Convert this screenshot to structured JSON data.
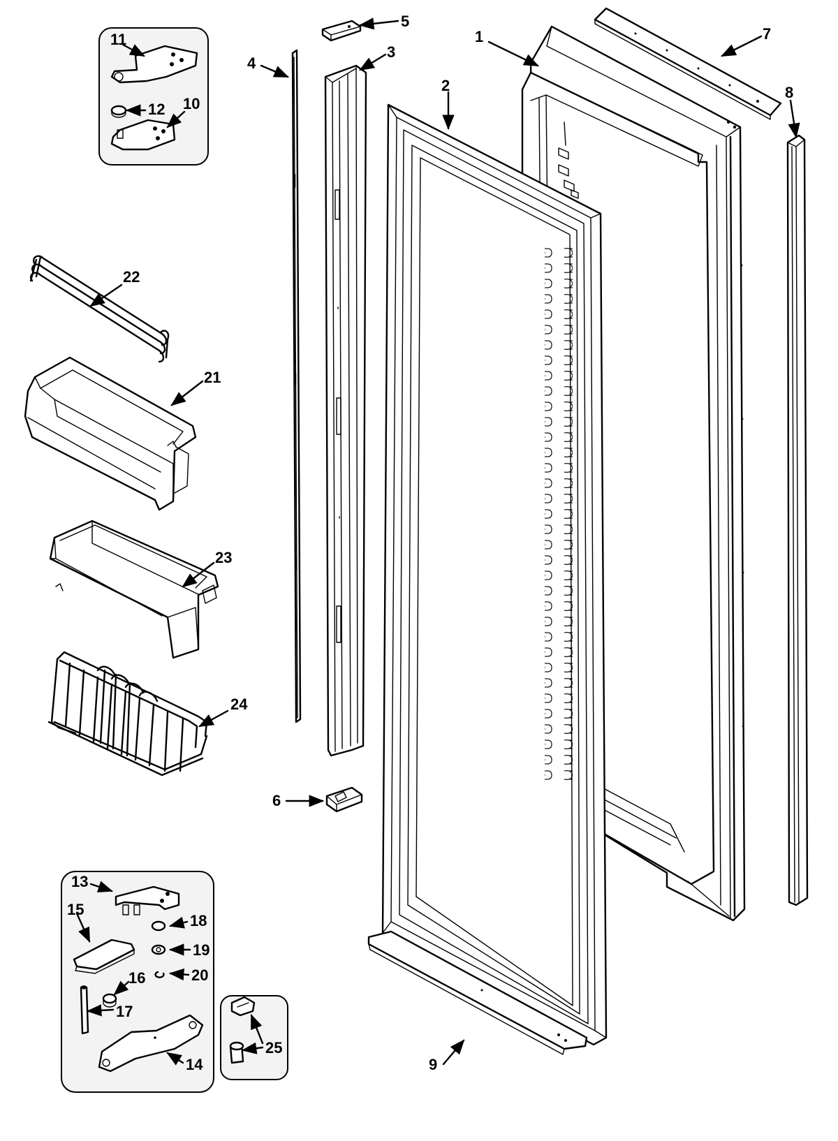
{
  "parts": [
    {
      "id": "p1",
      "label": "1"
    },
    {
      "id": "p2",
      "label": "2"
    },
    {
      "id": "p3",
      "label": "3"
    },
    {
      "id": "p4",
      "label": "4"
    },
    {
      "id": "p5",
      "label": "5"
    },
    {
      "id": "p6",
      "label": "6"
    },
    {
      "id": "p7",
      "label": "7"
    },
    {
      "id": "p8",
      "label": "8"
    },
    {
      "id": "p9",
      "label": "9"
    },
    {
      "id": "p10",
      "label": "10"
    },
    {
      "id": "p11",
      "label": "11"
    },
    {
      "id": "p12",
      "label": "12"
    },
    {
      "id": "p13",
      "label": "13"
    },
    {
      "id": "p14",
      "label": "14"
    },
    {
      "id": "p15",
      "label": "15"
    },
    {
      "id": "p16",
      "label": "16"
    },
    {
      "id": "p17",
      "label": "17"
    },
    {
      "id": "p18",
      "label": "18"
    },
    {
      "id": "p19",
      "label": "19"
    },
    {
      "id": "p20",
      "label": "20"
    },
    {
      "id": "p21",
      "label": "21"
    },
    {
      "id": "p22",
      "label": "22"
    },
    {
      "id": "p23",
      "label": "23"
    },
    {
      "id": "p24",
      "label": "24"
    },
    {
      "id": "p25",
      "label": "25"
    }
  ]
}
